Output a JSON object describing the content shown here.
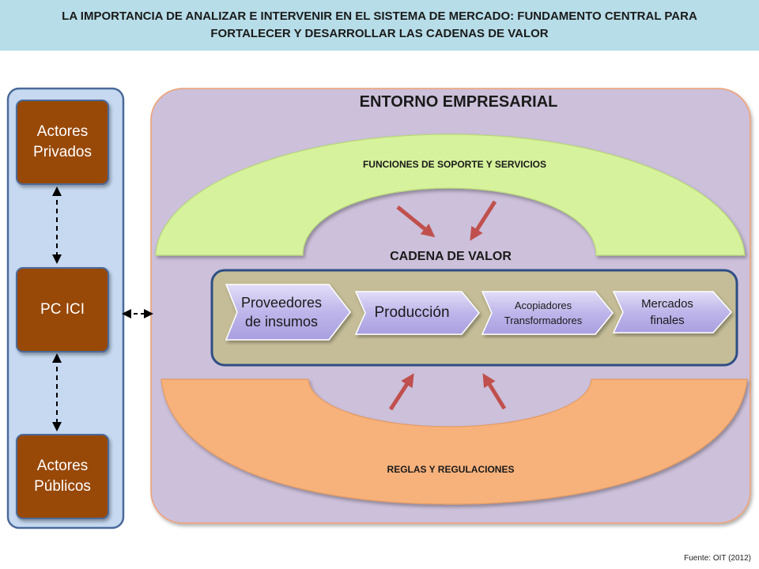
{
  "header": {
    "title": "LA IMPORTANCIA DE ANALIZAR E INTERVENIR EN EL SISTEMA DE MERCADO: FUNDAMENTO CENTRAL PARA\nFORTALECER Y DESARROLLAR  LAS CADENAS DE VALOR"
  },
  "actors": {
    "private": "Actores\nPrivados",
    "pcici": "PC ICI",
    "public": "Actores\nPúblicos"
  },
  "environment": {
    "title": "ENTORNO EMPRESARIAL",
    "support": "FUNCIONES  DE  SOPORTE  Y  SERVICIOS",
    "value_chain": "CADENA DE VALOR",
    "rules": "REGLAS  Y  REGULACIONES"
  },
  "chain": [
    "Proveedores\nde insumos",
    "Producción",
    "Acopiadores\nTransformadores",
    "Mercados\nfinales"
  ],
  "source": "Fuente: OIT (2012)",
  "colors": {
    "header_bg": "#b7dde8",
    "actors_panel": "#c6d9f1",
    "actor_box": "#984807",
    "environment": "#ccc0da",
    "support_arc": "#d7f29c",
    "rules_arc": "#f7b27c",
    "chain_panel": "#c4bd97",
    "chevron": "#b8b0e6",
    "arrow": "#c0504d"
  }
}
